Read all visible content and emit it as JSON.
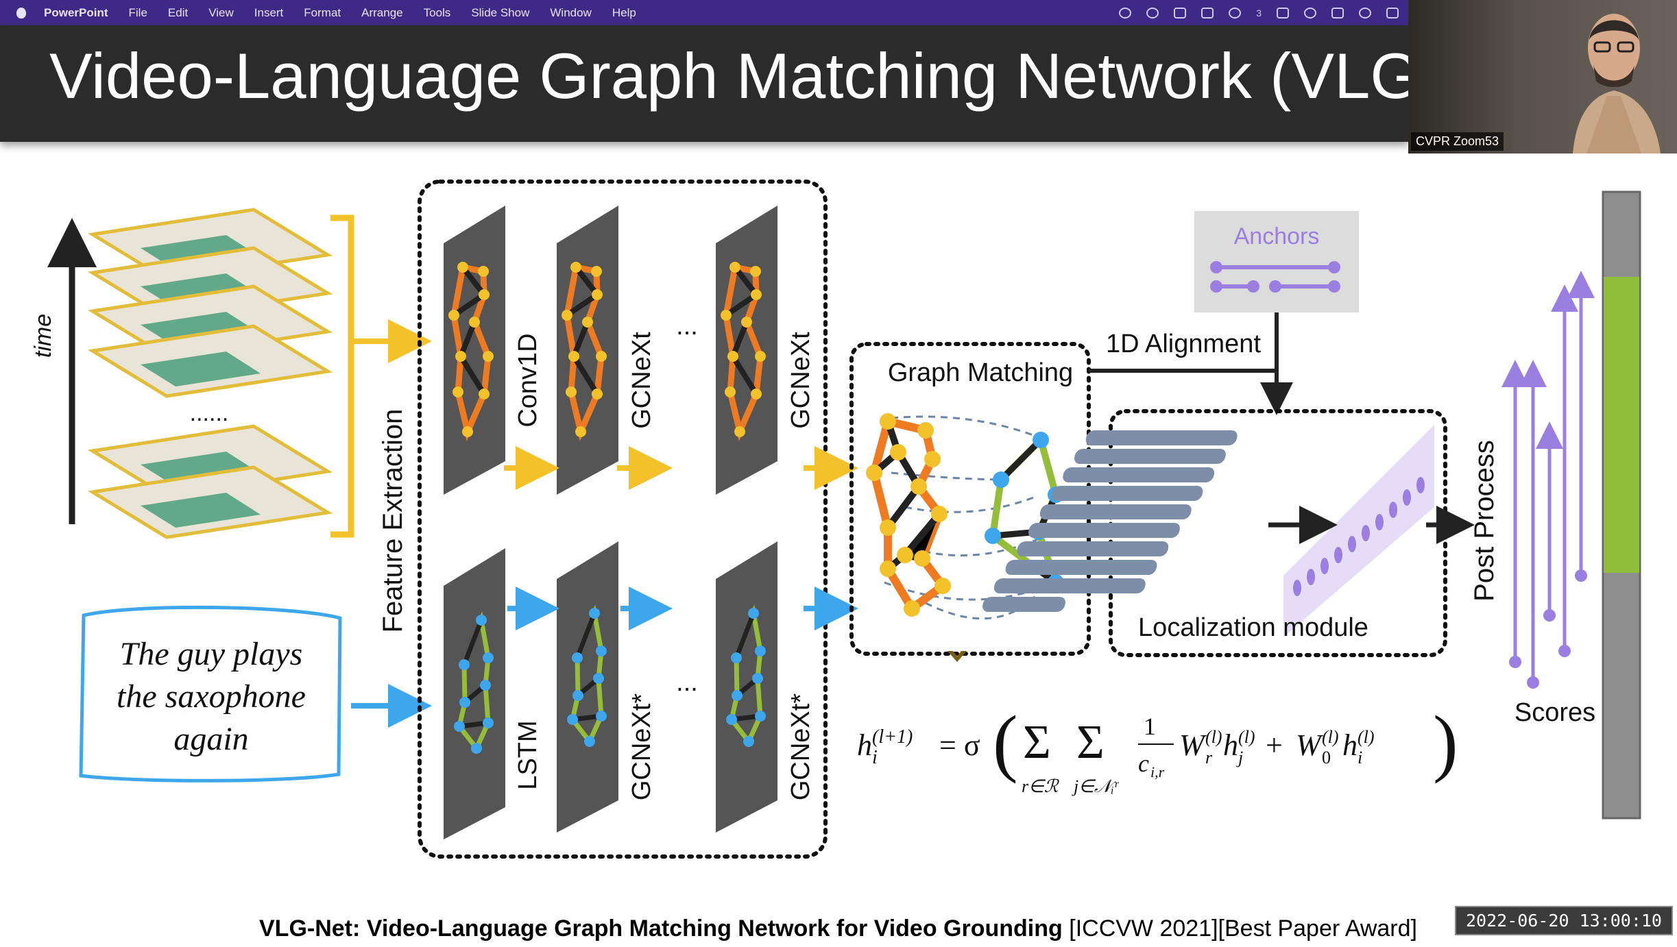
{
  "menubar": {
    "app": "PowerPoint",
    "items": [
      "File",
      "Edit",
      "View",
      "Insert",
      "Format",
      "Arrange",
      "Tools",
      "Slide Show",
      "Window",
      "Help"
    ],
    "chat_count": "3"
  },
  "slide": {
    "title": "Video-Language Graph Matching Network (VLG",
    "labels": {
      "time": "time",
      "ellipsis_frames": "......",
      "query_text": [
        "The guy plays",
        "the saxophone",
        "again"
      ],
      "feature_extraction": "Feature Extraction",
      "conv1d": "Conv1D",
      "gcnext": "GCNeXt",
      "lstm": "LSTM",
      "gcnext_star": "GCNeXt*",
      "dots": "...",
      "anchors": "Anchors",
      "alignment": "1D Alignment",
      "graph_matching": "Graph Matching",
      "localization": "Localization module",
      "post_process": "Post Process",
      "scores": "Scores"
    }
  },
  "footer": {
    "bold": "VLG-Net: Video-Language Graph Matching Network for Video Grounding",
    "rest": " [ICCVW 2021][Best Paper Award]"
  },
  "video": {
    "name": "CVPR Zoom53"
  },
  "timestamp": "2022-06-20 13:00:10",
  "colors": {
    "menubar": "#3e2a86",
    "yellow": "#f3c12a",
    "orange": "#ee7a22",
    "blue": "#3ea7ec",
    "purple": "#9b7fe0",
    "green": "#94bd3a"
  }
}
